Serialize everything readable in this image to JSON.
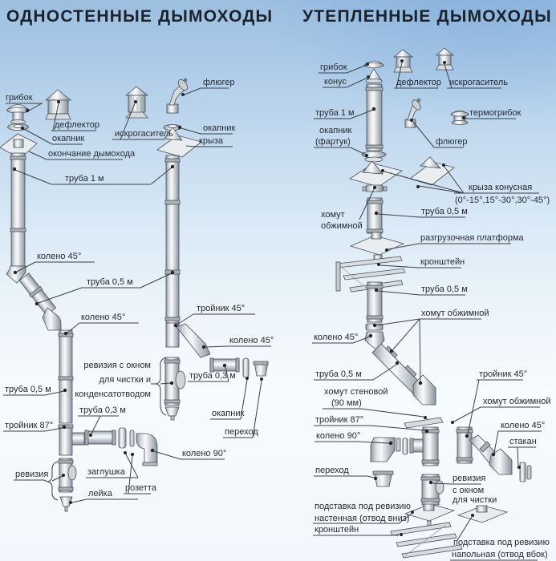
{
  "titles": {
    "left": "ОДНОСТЕННЫЕ ДЫМОХОДЫ",
    "right": "УТЕПЛЕННЫЕ ДЫМОХОДЫ"
  },
  "left": {
    "gribok": "грибок",
    "deflektor": "дефлектор",
    "okapnik_top": "окапник",
    "okonchanie": "окончание дымохода",
    "iskrogasitel": "искрогаситель",
    "flyuger": "флюгер",
    "okapnik_b": "окапник",
    "kryza": "крыза",
    "truba_1m": "труба 1 м",
    "koleno45_1": "колено 45°",
    "truba_05_mid": "труба 0,5 м",
    "koleno45_2": "колено 45°",
    "troynik45": "тройник 45°",
    "koleno45_3": "колено 45°",
    "truba_03_b": "труба 0,3 м",
    "okapnik_b2": "окапник",
    "perekhod": "переход",
    "rev_line1": "ревизия с окном",
    "rev_line2": "для чистки и",
    "rev_line3": "конденсатотводом",
    "truba_05_a": "труба 0,5 м",
    "truba_03_a": "труба 0,3 м",
    "troynik87": "тройник 87°",
    "reviziya": "ревизия",
    "zaglushka": "заглушка",
    "leyka": "лейка",
    "rozetta": "розетта",
    "koleno90": "колено 90°"
  },
  "right": {
    "gribok": "грибок",
    "konus": "конус",
    "deflektor": "дефлектор",
    "iskrogasitel": "искрогаситель",
    "truba_1m": "труба 1 м",
    "okapnik_line1": "окапник",
    "okapnik_line2": "(фартук)",
    "termogribok": "термогрибок",
    "flyuger": "флюгер",
    "kryza_line1": "крыза конусная",
    "kryza_line2": "(0°-15°,15°-30°,30°-45°)",
    "khomut_line1": "хомут",
    "khomut_line2": "обжимной",
    "truba_05_1": "труба 0,5 м",
    "platforma": "разгрузочная платформа",
    "kronshteyn_1": "кронштейн",
    "truba_05_2": "труба 0,5 м",
    "khomut_2": "хомут обжимной",
    "koleno45_1": "колено 45°",
    "truba_05_3": "труба 0,5 м",
    "khomut_sten_line1": "хомут стеновой",
    "khomut_sten_line2": "(90 мм)",
    "troynik87": "тройник 87°",
    "koleno90": "колено 90°",
    "perekhod": "переход",
    "troynik45": "тройник 45°",
    "khomut_3": "хомут обжимной",
    "koleno45_2": "колено 45°",
    "stakan": "стакан",
    "rev_line1": "ревизия",
    "rev_line2": "с окном",
    "rev_line3": "для чистки",
    "podstavka1_line1": "подставка под ревизию",
    "podstavka1_line2": "настенная (отвод вниз)",
    "kronshteyn_2": "кронштейн",
    "podstavka2_line1": "подставка под ревизию",
    "podstavka2_line2": "напольная (отвод вбок)"
  },
  "colors": {
    "sky_top": "#9dbfe0",
    "sky_bottom": "#f1f7fc",
    "text": "#252a33",
    "leader_line": "#3b4046",
    "pipe_light": "#f8f9fa",
    "pipe_dark": "#8b939c"
  }
}
